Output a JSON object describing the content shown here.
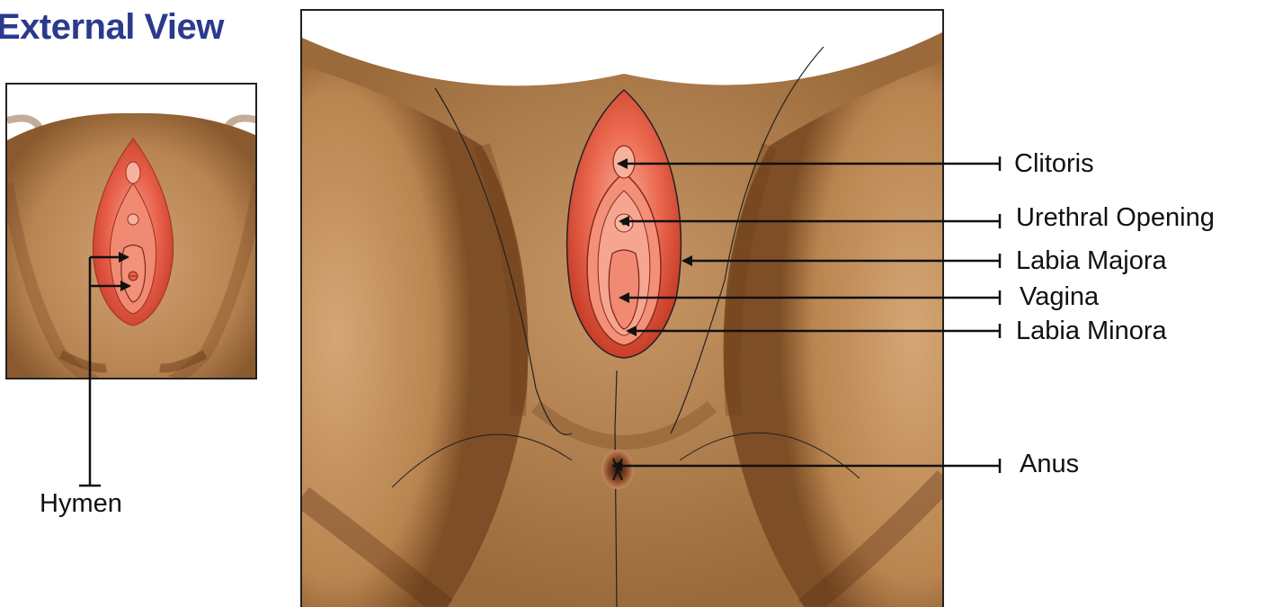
{
  "title": "External View",
  "colors": {
    "title": "#2a3a8c",
    "skin": "#c08c5c",
    "skin_shadow": "#7a4a22",
    "tissue": "#e8604a",
    "tissue_light": "#f4a08a",
    "line": "#222222"
  },
  "inset": {
    "label": "Hymen"
  },
  "labels": {
    "clitoris": "Clitoris",
    "urethral_opening": "Urethral Opening",
    "labia_majora": "Labia Majora",
    "vagina": "Vagina",
    "labia_minora": "Labia Minora",
    "anus": "Anus"
  }
}
